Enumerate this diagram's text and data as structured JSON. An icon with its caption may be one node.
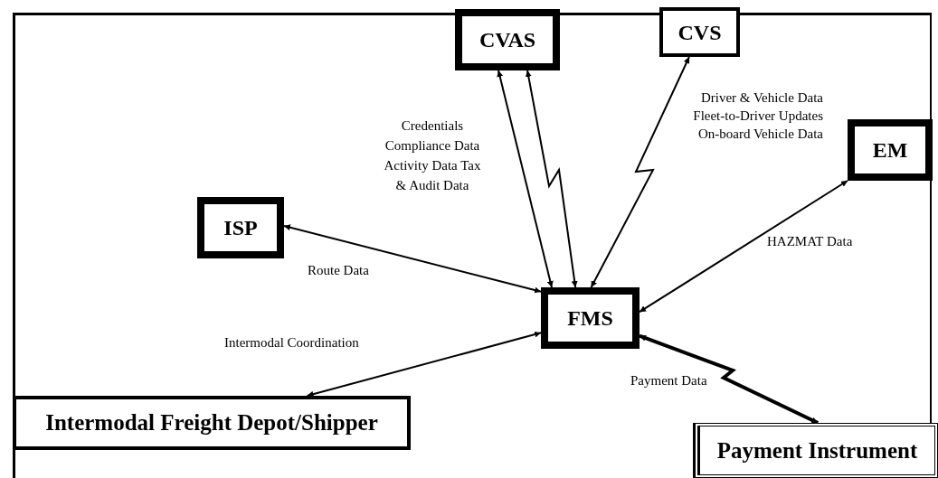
{
  "diagram": {
    "nodes": [
      {
        "text": [
          "CVAS"
        ]
      },
      {
        "text": [
          "CVS"
        ]
      },
      {
        "text": [
          "EM"
        ]
      },
      {
        "text": [
          "ISP"
        ]
      },
      {
        "text": [
          "FMS"
        ]
      },
      {
        "text": [
          "Intermodal Freight Depot/Shipper"
        ]
      },
      {
        "text": [
          "Payment Instrument"
        ]
      }
    ],
    "edges": [
      {
        "from": 0,
        "to": 4,
        "arrow": "both",
        "label": "Credentials Compliance Data Activity Data Tax & Audit Data"
      },
      {
        "from": 0,
        "to": 4,
        "arrow": "both"
      },
      {
        "from": 1,
        "to": 4,
        "arrow": "both",
        "label": "Driver & Vehicle Data Fleet-to-Driver Updates On-board Vehicle Data"
      },
      {
        "from": 2,
        "to": 4,
        "arrow": "both",
        "label": "HAZMAT Data"
      },
      {
        "from": 3,
        "to": 4,
        "arrow": "both",
        "label": "Route Data"
      },
      {
        "from": 5,
        "to": 4,
        "arrow": "both",
        "label": "Intermodal Coordination"
      },
      {
        "from": 4,
        "to": 6,
        "arrow": "both",
        "label": "Payment Data",
        "style": "thick"
      }
    ]
  }
}
